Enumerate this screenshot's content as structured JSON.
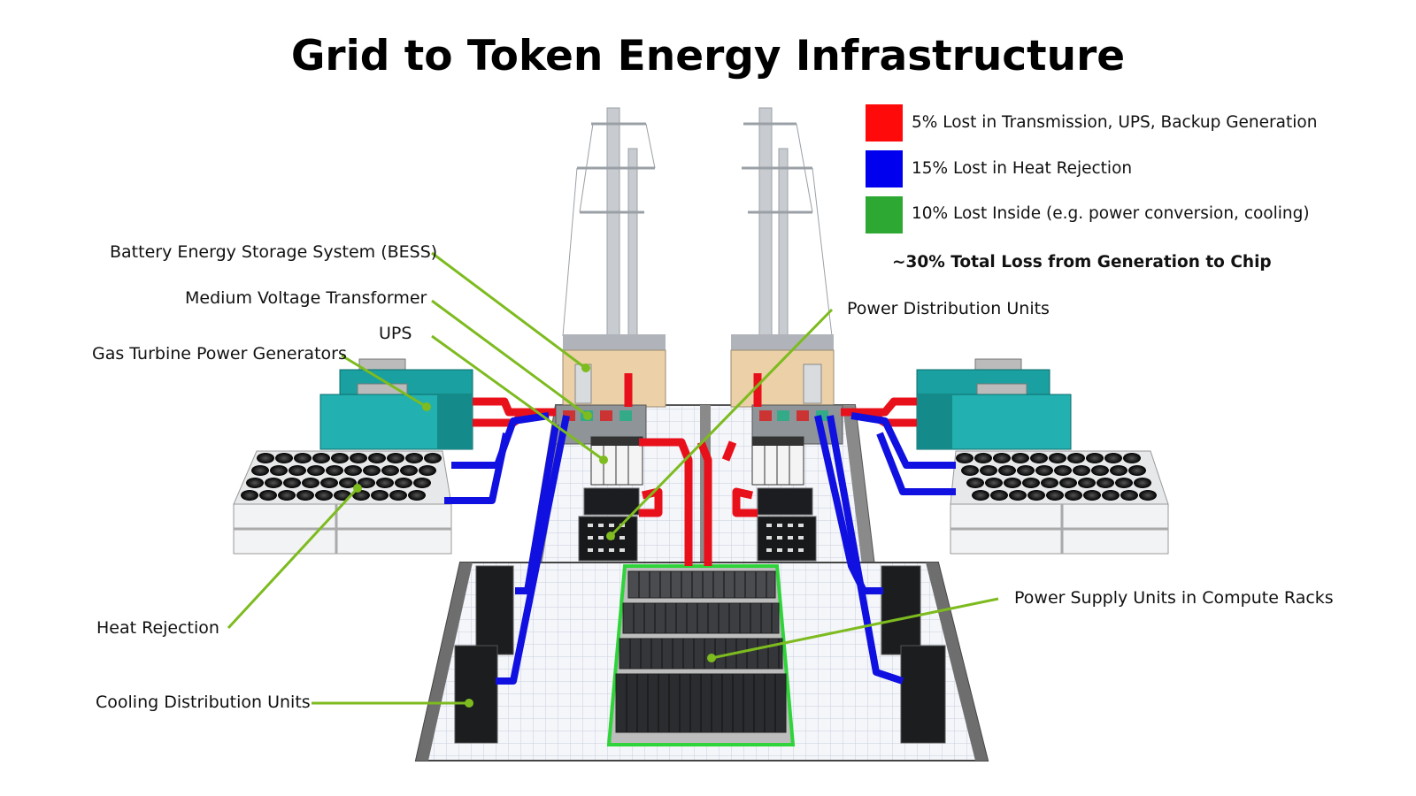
{
  "title": "Grid to Token Energy Infrastructure",
  "legend": {
    "items": [
      {
        "color": "#ff0a0a",
        "label": "5% Lost in Transmission, UPS, Backup Generation"
      },
      {
        "color": "#0000ee",
        "label": "15% Lost in Heat Rejection"
      },
      {
        "color": "#2da832",
        "label": "10% Lost Inside (e.g. power conversion, cooling)"
      }
    ],
    "total": "~30% Total Loss from Generation to Chip"
  },
  "labels": {
    "bess": "Battery Energy Storage System (BESS)",
    "mv_transformer": "Medium Voltage Transformer",
    "ups": "UPS",
    "gas_turbine": "Gas Turbine Power Generators",
    "heat_rejection": "Heat Rejection",
    "cdu": "Cooling Distribution Units",
    "pdu": "Power Distribution Units",
    "psu": "Power Supply Units in Compute Racks"
  },
  "colors": {
    "callout_line": "#7dbb1f",
    "power_pipe": "#e8101a",
    "coolant_pipe": "#1010e0",
    "rack_outline": "#2fd33a"
  }
}
